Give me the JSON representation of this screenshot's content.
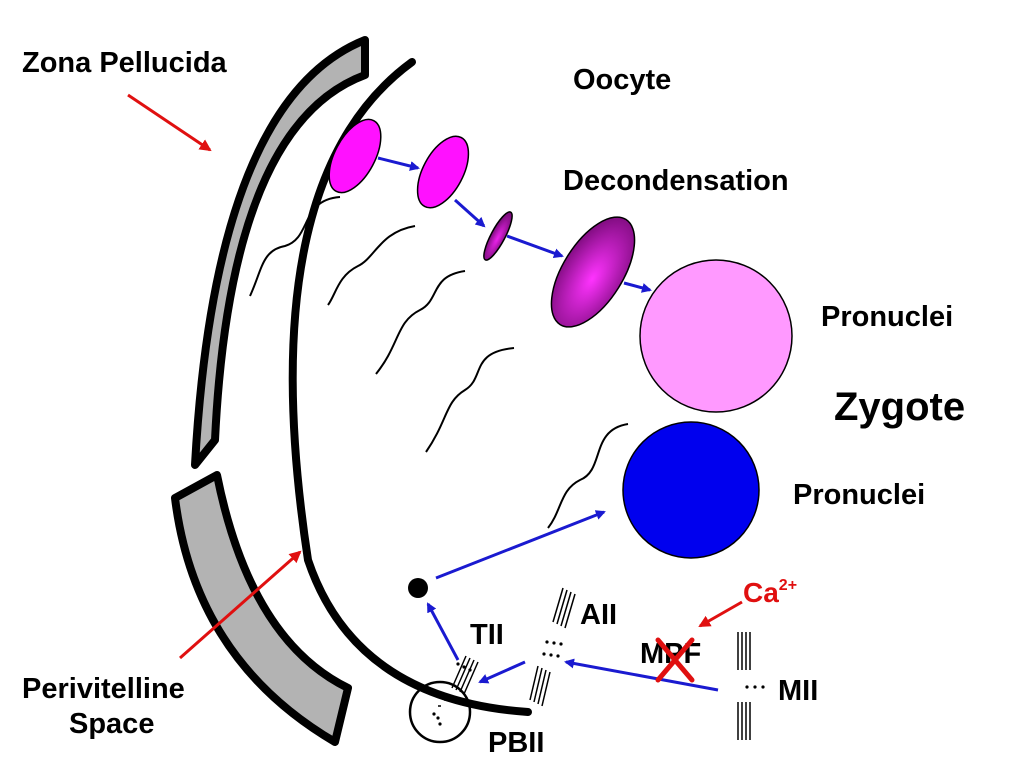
{
  "labels": {
    "zona_pellucida": "Zona Pellucida",
    "oocyte": "Oocyte",
    "decondensation": "Decondensation",
    "pronuclei_top": "Pronuclei",
    "zygote": "Zygote",
    "pronuclei_bottom": "Pronuclei",
    "perivitelline_line1": "Perivitelline",
    "perivitelline_line2": "Space",
    "ca_base": "Ca",
    "ca_sup": "2+",
    "all": "AII",
    "tii": "TII",
    "mpf": "MPF",
    "mii": "MII",
    "pbii": "PBII"
  },
  "colors": {
    "red_arrow": "#e01010",
    "blue_arrow": "#1a1ad0",
    "zona_fill": "#b3b3b3",
    "sperm_head": "#ff11ff",
    "sperm_dark": "#8a0a8a",
    "female_pronucleus": "#ff99ff",
    "male_pronucleus": "#0000ee",
    "red_x": "#e01010"
  }
}
